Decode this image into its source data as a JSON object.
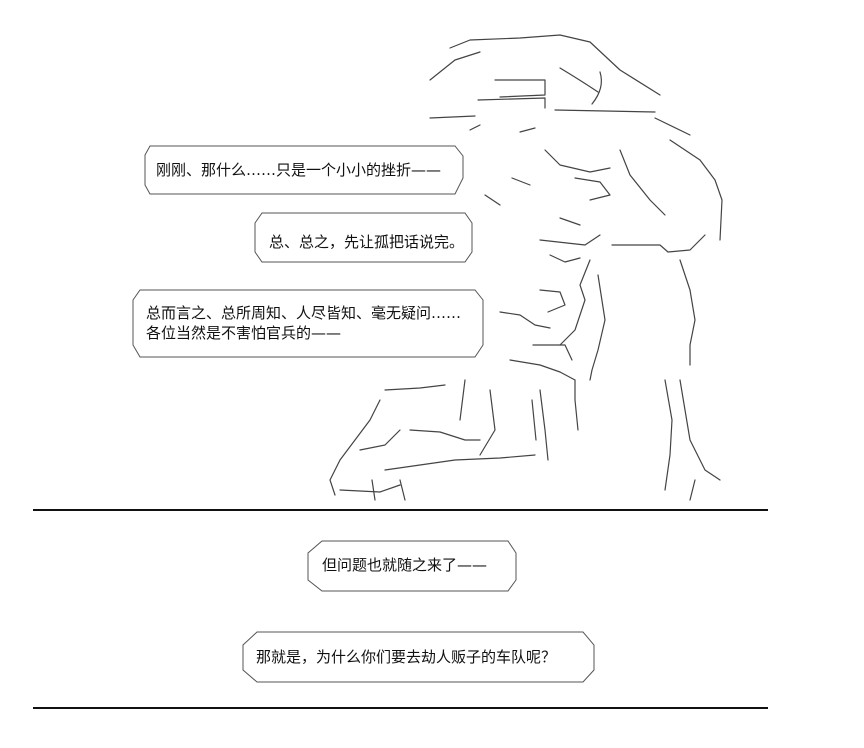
{
  "panel_top": {
    "bubble_1": {
      "text": "刚刚、那什么……只是一个小小的挫折——"
    },
    "bubble_2": {
      "text": "总、总之，先让孤把话说完。"
    },
    "bubble_3": {
      "line_1": "总而言之、总所周知、人尽皆知、毫无疑问……",
      "line_2": "各位当然是不害怕官兵的——"
    }
  },
  "panel_bottom": {
    "caption_1": {
      "text": "但问题也就随之来了——"
    },
    "caption_2": {
      "text": "那就是，为什么你们要去劫人贩子的车队呢？"
    }
  }
}
